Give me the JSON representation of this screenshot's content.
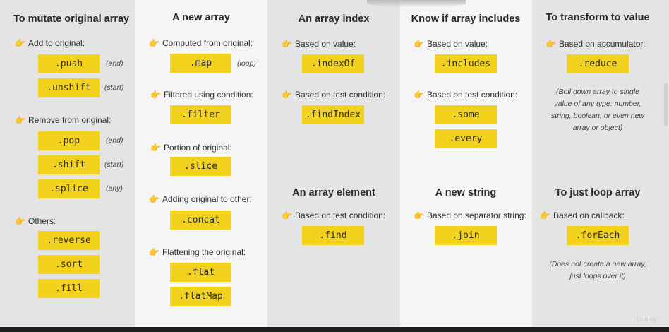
{
  "columns": [
    {
      "title": "To mutate original array",
      "items": [
        {
          "type": "label",
          "text": "Add to original:"
        },
        {
          "type": "method",
          "text": ".push",
          "note": "(end)"
        },
        {
          "type": "method",
          "text": ".unshift",
          "note": "(start)"
        },
        {
          "type": "label",
          "text": "Remove from original:"
        },
        {
          "type": "method",
          "text": ".pop",
          "note": "(end)"
        },
        {
          "type": "method",
          "text": ".shift",
          "note": "(start)"
        },
        {
          "type": "method",
          "text": ".splice",
          "note": "(any)"
        },
        {
          "type": "label",
          "text": "Others:"
        },
        {
          "type": "method",
          "text": ".reverse"
        },
        {
          "type": "method",
          "text": ".sort"
        },
        {
          "type": "method",
          "text": ".fill"
        }
      ]
    },
    {
      "title": "A new array",
      "items": [
        {
          "type": "label",
          "text": "Computed from original:"
        },
        {
          "type": "method",
          "text": ".map",
          "note": "(loop)"
        },
        {
          "type": "label",
          "text": "Filtered using condition:"
        },
        {
          "type": "method",
          "text": ".filter"
        },
        {
          "type": "label",
          "text": "Portion of original:"
        },
        {
          "type": "method",
          "text": ".slice"
        },
        {
          "type": "label",
          "text": "Adding original to other:"
        },
        {
          "type": "method",
          "text": ".concat"
        },
        {
          "type": "label",
          "text": "Flattening the original:"
        },
        {
          "type": "method",
          "text": ".flat"
        },
        {
          "type": "method",
          "text": ".flatMap"
        }
      ]
    },
    {
      "title": "An array index",
      "items": [
        {
          "type": "label",
          "text": "Based on value:"
        },
        {
          "type": "method",
          "text": ".indexOf"
        },
        {
          "type": "label",
          "text": "Based on test condition:"
        },
        {
          "type": "method",
          "text": ".findIndex"
        },
        {
          "type": "title",
          "text": "An array element"
        },
        {
          "type": "label",
          "text": "Based on test condition:"
        },
        {
          "type": "method",
          "text": ".find"
        }
      ]
    },
    {
      "title": "Know if array includes",
      "items": [
        {
          "type": "label",
          "text": "Based on value:"
        },
        {
          "type": "method",
          "text": ".includes"
        },
        {
          "type": "label",
          "text": "Based on test condition:"
        },
        {
          "type": "method",
          "text": ".some"
        },
        {
          "type": "method",
          "text": ".every"
        },
        {
          "type": "title",
          "text": "A new string"
        },
        {
          "type": "label",
          "text": "Based on separator string:"
        },
        {
          "type": "method",
          "text": ".join"
        }
      ]
    },
    {
      "title": "To transform to value",
      "items": [
        {
          "type": "label",
          "text": "Based on accumulator:"
        },
        {
          "type": "method",
          "text": ".reduce"
        },
        {
          "type": "para",
          "text": "(Boil down array to single\nvalue of any type: number,\nstring, boolean, or even new\narray or object)"
        },
        {
          "type": "title",
          "text": "To just loop array"
        },
        {
          "type": "label",
          "text": "Based on callback:"
        },
        {
          "type": "method",
          "text": ".forEach"
        },
        {
          "type": "para",
          "text": "(Does not create a new array,\njust loops over it)"
        }
      ]
    }
  ],
  "bullet_icon": "pointing-hand-icon",
  "bullet_glyph": "👉",
  "watermark": "Udemy",
  "colors": {
    "method_bg": "#f2d21c",
    "bullet": "#f0b81c",
    "col_dark": "#e4e4e4",
    "col_light": "#f5f5f5"
  }
}
